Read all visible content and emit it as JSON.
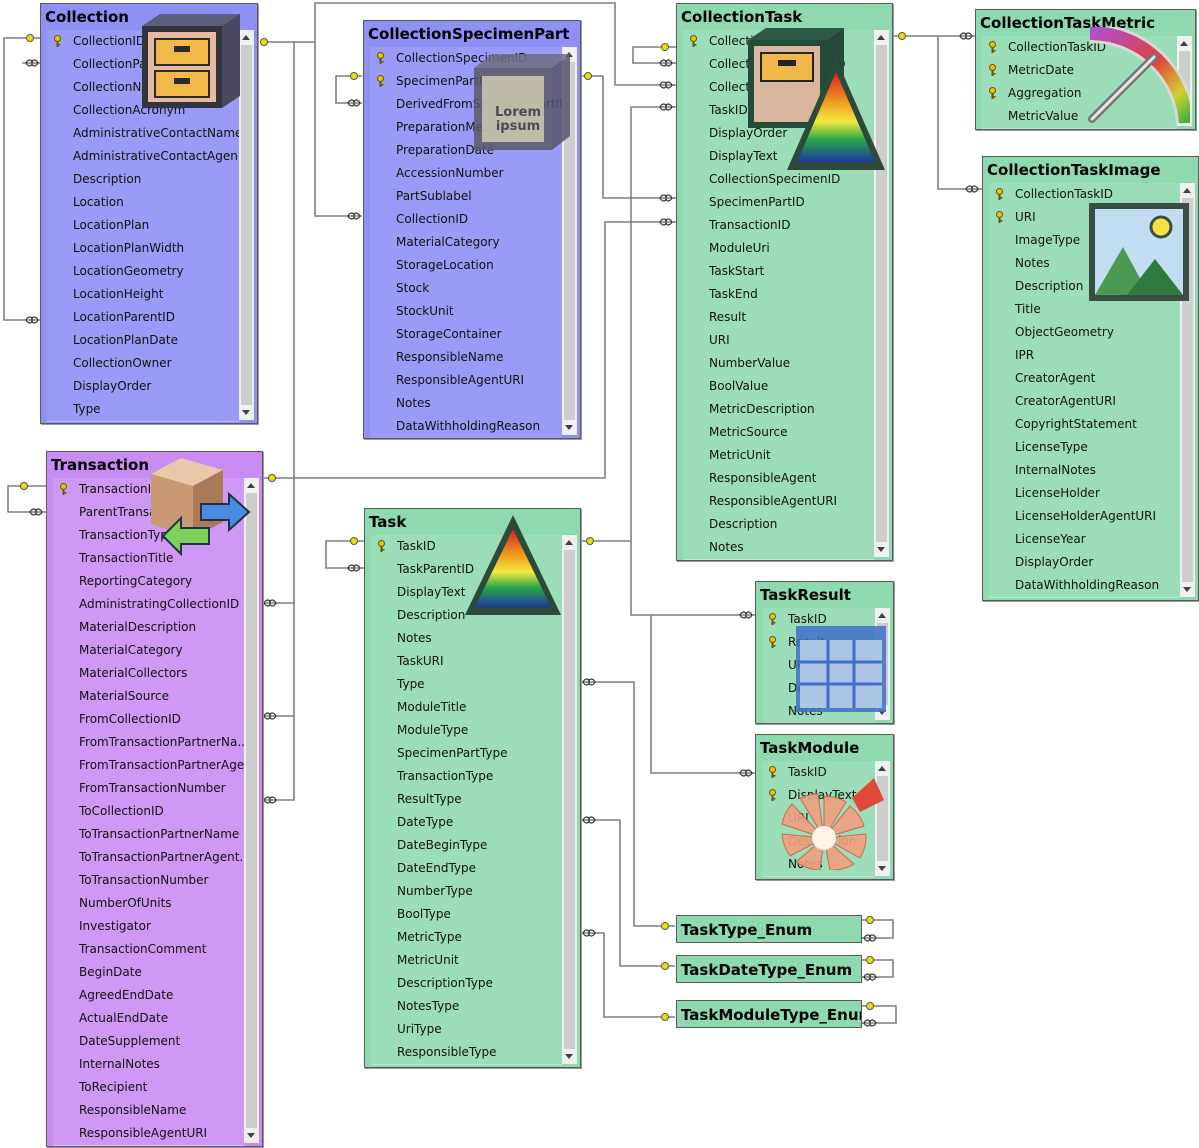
{
  "tables": {
    "collection": {
      "title": "Collection",
      "columns": [
        "CollectionID",
        "CollectionParentID",
        "CollectionName",
        "CollectionAcronym",
        "AdministrativeContactName",
        "AdministrativeContactAgen...",
        "Description",
        "Location",
        "LocationPlan",
        "LocationPlanWidth",
        "LocationGeometry",
        "LocationHeight",
        "LocationParentID",
        "LocationPlanDate",
        "CollectionOwner",
        "DisplayOrder",
        "Type"
      ],
      "keys": [
        0
      ]
    },
    "specimen_part": {
      "title": "CollectionSpecimenPart",
      "columns": [
        "CollectionSpecimenID",
        "SpecimenPartID",
        "DerivedFromSpecimenPartID",
        "PreparationMethod",
        "PreparationDate",
        "AccessionNumber",
        "PartSublabel",
        "CollectionID",
        "MaterialCategory",
        "StorageLocation",
        "Stock",
        "StockUnit",
        "StorageContainer",
        "ResponsibleName",
        "ResponsibleAgentURI",
        "Notes",
        "DataWithholdingReason"
      ],
      "keys": [
        0,
        1
      ]
    },
    "collection_task": {
      "title": "CollectionTask",
      "columns": [
        "CollectionTaskID",
        "CollectionTaskParentID",
        "CollectionID",
        "TaskID",
        "DisplayOrder",
        "DisplayText",
        "CollectionSpecimenID",
        "SpecimenPartID",
        "TransactionID",
        "ModuleUri",
        "TaskStart",
        "TaskEnd",
        "Result",
        "URI",
        "NumberValue",
        "BoolValue",
        "MetricDescription",
        "MetricSource",
        "MetricUnit",
        "ResponsibleAgent",
        "ResponsibleAgentURI",
        "Description",
        "Notes"
      ],
      "keys": [
        0
      ]
    },
    "task_metric": {
      "title": "CollectionTaskMetric",
      "columns": [
        "CollectionTaskID",
        "MetricDate",
        "Aggregation",
        "MetricValue"
      ],
      "keys": [
        0,
        1,
        2
      ]
    },
    "task_image": {
      "title": "CollectionTaskImage",
      "columns": [
        "CollectionTaskID",
        "URI",
        "ImageType",
        "Notes",
        "Description",
        "Title",
        "ObjectGeometry",
        "IPR",
        "CreatorAgent",
        "CreatorAgentURI",
        "CopyrightStatement",
        "LicenseType",
        "InternalNotes",
        "LicenseHolder",
        "LicenseHolderAgentURI",
        "LicenseYear",
        "DisplayOrder",
        "DataWithholdingReason"
      ],
      "keys": [
        0,
        1
      ]
    },
    "transaction": {
      "title": "Transaction",
      "columns": [
        "TransactionID",
        "ParentTransactionID",
        "TransactionType",
        "TransactionTitle",
        "ReportingCategory",
        "AdministratingCollectionID",
        "MaterialDescription",
        "MaterialCategory",
        "MaterialCollectors",
        "MaterialSource",
        "FromCollectionID",
        "FromTransactionPartnerNa...",
        "FromTransactionPartnerAge...",
        "FromTransactionNumber",
        "ToCollectionID",
        "ToTransactionPartnerName",
        "ToTransactionPartnerAgent...",
        "ToTransactionNumber",
        "NumberOfUnits",
        "Investigator",
        "TransactionComment",
        "BeginDate",
        "AgreedEndDate",
        "ActualEndDate",
        "DateSupplement",
        "InternalNotes",
        "ToRecipient",
        "ResponsibleName",
        "ResponsibleAgentURI"
      ],
      "keys": [
        0
      ]
    },
    "task": {
      "title": "Task",
      "columns": [
        "TaskID",
        "TaskParentID",
        "DisplayText",
        "Description",
        "Notes",
        "TaskURI",
        "Type",
        "ModuleTitle",
        "ModuleType",
        "SpecimenPartType",
        "TransactionType",
        "ResultType",
        "DateType",
        "DateBeginType",
        "DateEndType",
        "NumberType",
        "BoolType",
        "MetricType",
        "MetricUnit",
        "DescriptionType",
        "NotesType",
        "UriType",
        "ResponsibleType"
      ],
      "keys": [
        0
      ]
    },
    "task_result": {
      "title": "TaskResult",
      "columns": [
        "TaskID",
        "Result",
        "URI",
        "Description",
        "Notes"
      ],
      "keys": [
        0,
        1
      ]
    },
    "task_module": {
      "title": "TaskModule",
      "columns": [
        "TaskID",
        "DisplayText",
        "URI",
        "Description",
        "Notes"
      ],
      "keys": [
        0,
        1
      ]
    }
  },
  "enums": {
    "task_type": "TaskType_Enum",
    "task_date_type": "TaskDateType_Enum",
    "task_module_type": "TaskModuleType_Enum"
  },
  "overlay_text": "Lorem ipsum",
  "colors": {
    "blue_table": "#8f90f4",
    "purple_table": "#c98cf2",
    "green_table": "#8fd9b0",
    "connector": "#7a7a7a",
    "key_icon": "#c8a000"
  }
}
